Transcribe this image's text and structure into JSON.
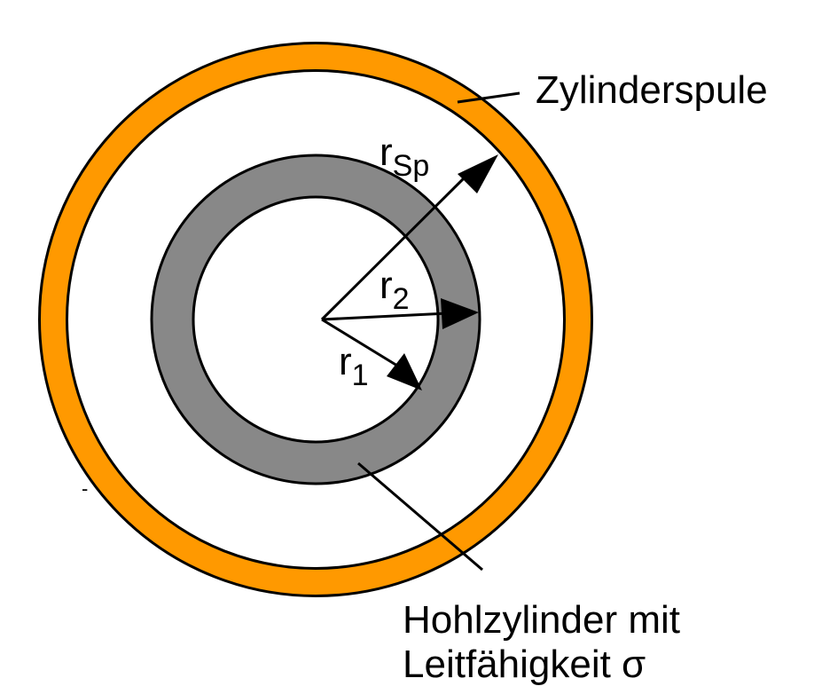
{
  "diagram": {
    "coil_label": "Zylinderspule",
    "hollow_cylinder_label_line1": "Hohlzylinder mit",
    "hollow_cylinder_label_line2": "Leitfähigkeit σ",
    "radius_coil": {
      "symbol": "r",
      "subscript": "Sp"
    },
    "radius_outer": {
      "symbol": "r",
      "subscript": "2"
    },
    "radius_inner": {
      "symbol": "r",
      "subscript": "1"
    },
    "stray_mark": "-"
  },
  "colors": {
    "coil": "#ff9900",
    "hollow_cylinder": "#888888",
    "outline": "#000000",
    "background": "#ffffff"
  }
}
